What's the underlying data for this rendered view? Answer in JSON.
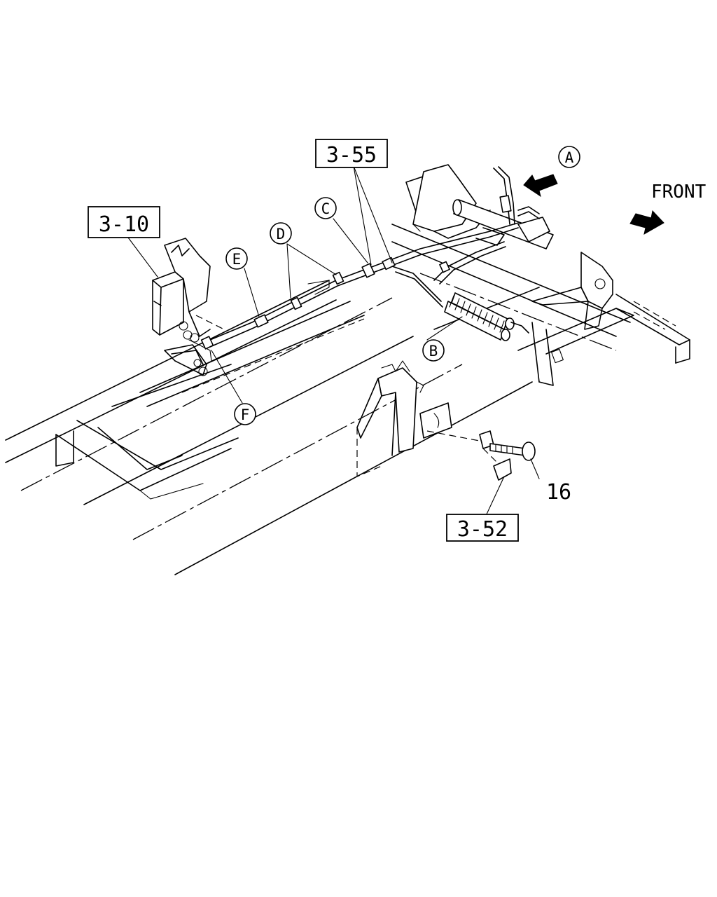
{
  "direction": {
    "label": "FRONT",
    "icon": "arrow-icon"
  },
  "callouts": {
    "ref_3_10": "3-10",
    "ref_3_55": "3-55",
    "ref_3_52": "3-52",
    "part_16": "16"
  },
  "circle_labels": {
    "A": "A",
    "B": "B",
    "C": "C",
    "D": "D",
    "E": "E",
    "F": "F"
  }
}
